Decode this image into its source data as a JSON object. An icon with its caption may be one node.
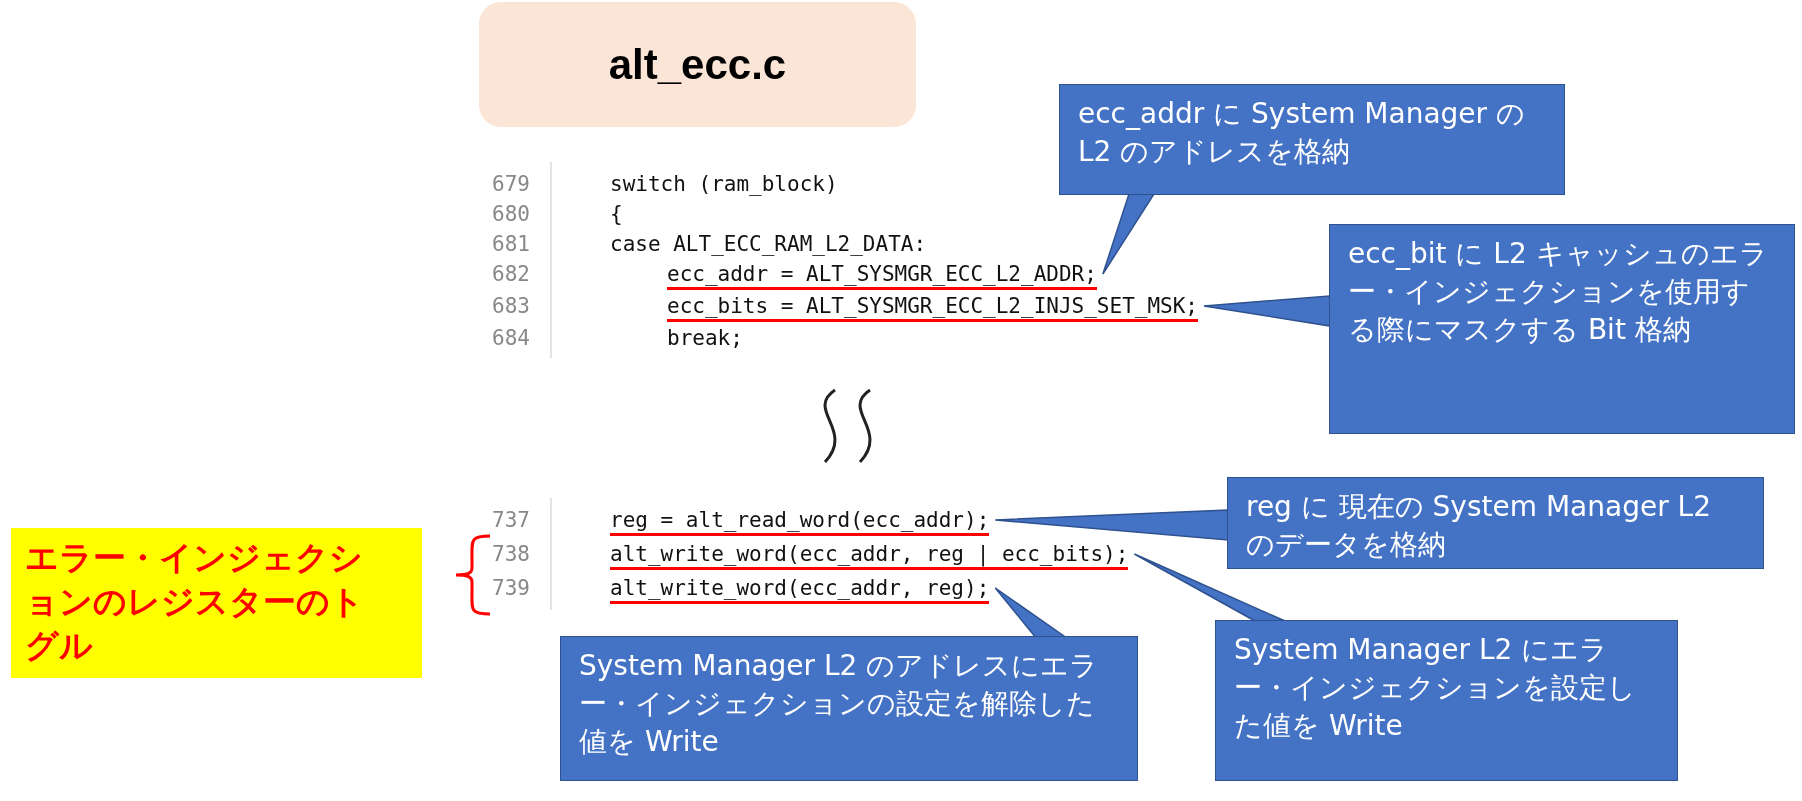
{
  "diagram": {
    "nodes": [
      {
        "text": [
          "alt_ecc.c"
        ]
      },
      {
        "text": [
          "679",
          "switch (ram_block)"
        ]
      },
      {
        "text": [
          "680",
          "{"
        ]
      },
      {
        "text": [
          "681",
          "case ALT_ECC_RAM_L2_DATA:"
        ]
      },
      {
        "text": [
          "682",
          "ecc_addr = ALT_SYSMGR_ECC_L2_ADDR;"
        ]
      },
      {
        "text": [
          "683",
          "ecc_bits = ALT_SYSMGR_ECC_L2_INJS_SET_MSK;"
        ]
      },
      {
        "text": [
          "684",
          "break;"
        ]
      },
      {
        "text": [
          "737",
          "reg = alt_read_word(ecc_addr);"
        ]
      },
      {
        "text": [
          "738",
          "alt_write_word(ecc_addr, reg | ecc_bits);"
        ]
      },
      {
        "text": [
          "739",
          "alt_write_word(ecc_addr, reg);"
        ]
      },
      {
        "text": [
          "ecc_addr に System Manager の L2 のアドレスを格納"
        ]
      },
      {
        "text": [
          "ecc_bit に L2 キャッシュのエラー・インジェクションを使用する際にマスクする Bit 格納"
        ]
      },
      {
        "text": [
          "reg に 現在の System Manager L2 のデータを格納"
        ]
      },
      {
        "text": [
          "System Manager L2 のアドレスにエラー・インジェクションの設定を解除した値を Write"
        ]
      },
      {
        "text": [
          "System Manager L2 にエラー・インジェクションを設定した値を Write"
        ]
      },
      {
        "text": [
          "エラー・インジェクションのレジスターのトグル"
        ]
      }
    ],
    "edges": [
      {
        "from": 10,
        "to": 4,
        "arrow": "none"
      },
      {
        "from": 11,
        "to": 5,
        "arrow": "none"
      },
      {
        "from": 12,
        "to": 7,
        "arrow": "none"
      },
      {
        "from": 13,
        "to": 9,
        "arrow": "none"
      },
      {
        "from": 14,
        "to": 8,
        "arrow": "none"
      }
    ]
  }
}
